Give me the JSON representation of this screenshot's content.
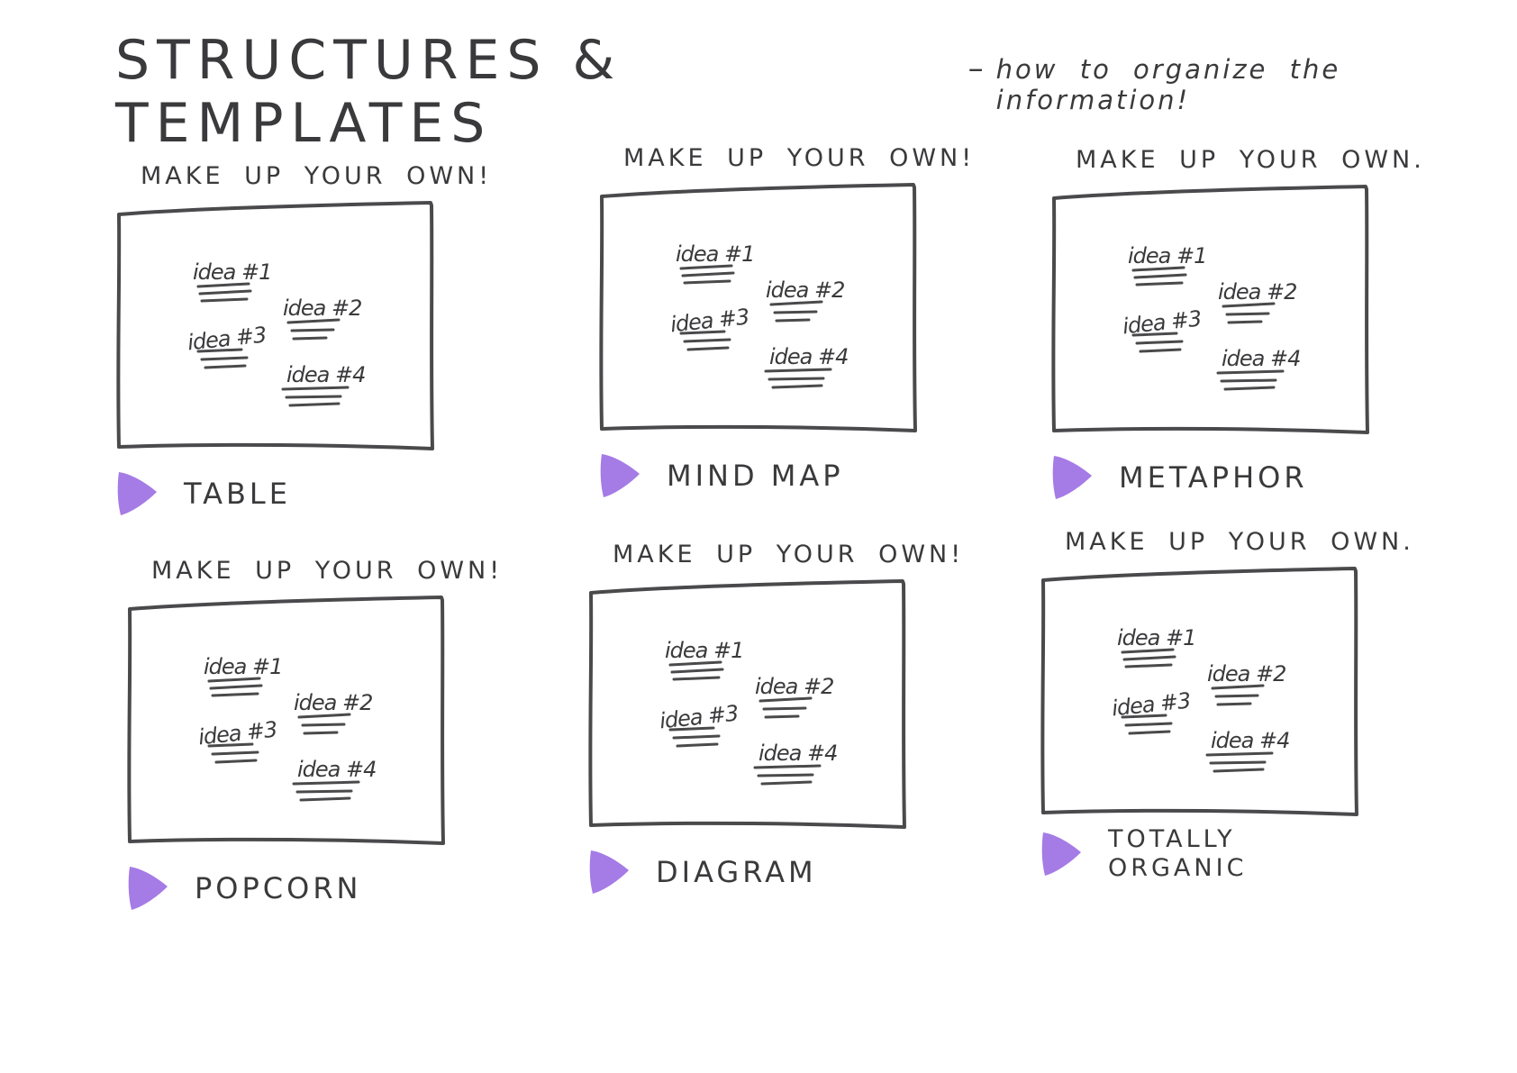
{
  "header": {
    "title": "STRUCTURES & TEMPLATES",
    "dash": "–",
    "subtitle": "how to organize the information!"
  },
  "colors": {
    "accent": "#a57be6",
    "ink": "#3c3c3e"
  },
  "cards": [
    {
      "caption": "MAKE UP YOUR OWN!",
      "label": "TABLE",
      "ideas": [
        "idea #1",
        "idea #2",
        "idea #3",
        "idea #4"
      ]
    },
    {
      "caption": "MAKE UP YOUR OWN!",
      "label": "MIND MAP",
      "ideas": [
        "idea #1",
        "idea #2",
        "idea #3",
        "idea #4"
      ]
    },
    {
      "caption": "MAKE UP YOUR OWN.",
      "label": "METAPHOR",
      "ideas": [
        "idea #1",
        "idea #2",
        "idea #3",
        "idea #4"
      ]
    },
    {
      "caption": "MAKE UP YOUR OWN!",
      "label": "POPCORN",
      "ideas": [
        "idea #1",
        "idea #2",
        "idea #3",
        "idea #4"
      ]
    },
    {
      "caption": "MAKE UP YOUR OWN!",
      "label": "DIAGRAM",
      "ideas": [
        "idea #1",
        "idea #2",
        "idea #3",
        "idea #4"
      ]
    },
    {
      "caption": "MAKE UP YOUR OWN.",
      "label": "TOTALLY ORGANIC",
      "ideas": [
        "idea #1",
        "idea #2",
        "idea #3",
        "idea #4"
      ]
    }
  ]
}
